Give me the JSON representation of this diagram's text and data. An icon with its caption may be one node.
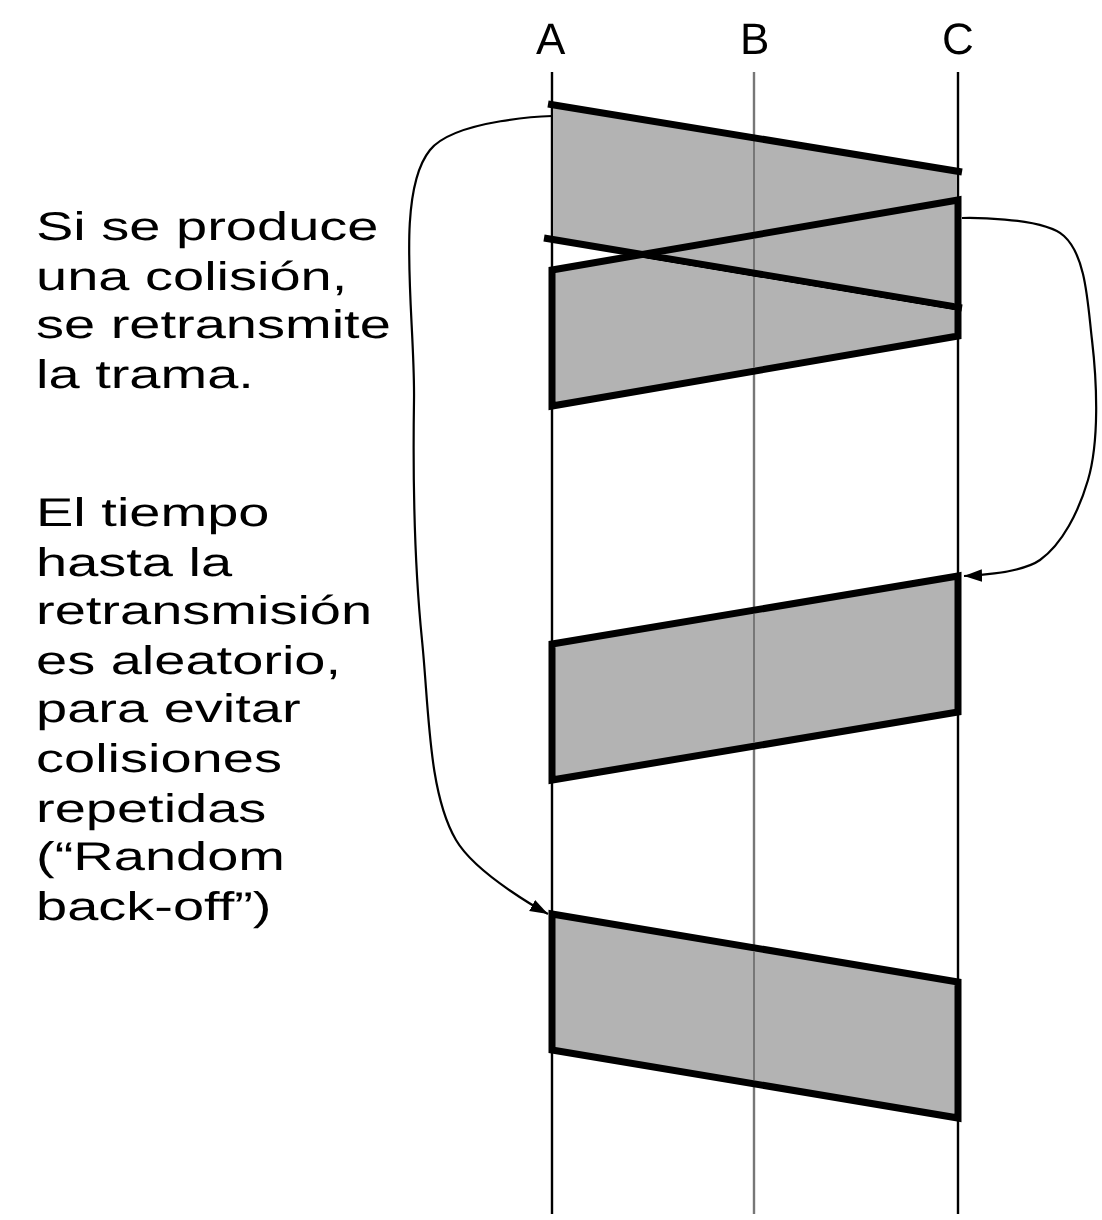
{
  "diagram": {
    "nodes": [
      {
        "text": [],
        "shape": "box"
      },
      {
        "text": [],
        "shape": "box"
      },
      {
        "text": [],
        "shape": "box"
      },
      {
        "text": [],
        "shape": "box"
      }
    ],
    "edges": [
      {
        "from": 0,
        "to": 3,
        "arrow": "to"
      },
      {
        "from": 1,
        "to": 2,
        "arrow": "to"
      }
    ],
    "labels": [
      "A",
      "B",
      "C",
      "Si se produce una colisión, se retransmite la trama.",
      "El tiempo hasta la retransmisión es aleatorio, para evitar colisiones repetidas (“Random back-off”)"
    ]
  }
}
